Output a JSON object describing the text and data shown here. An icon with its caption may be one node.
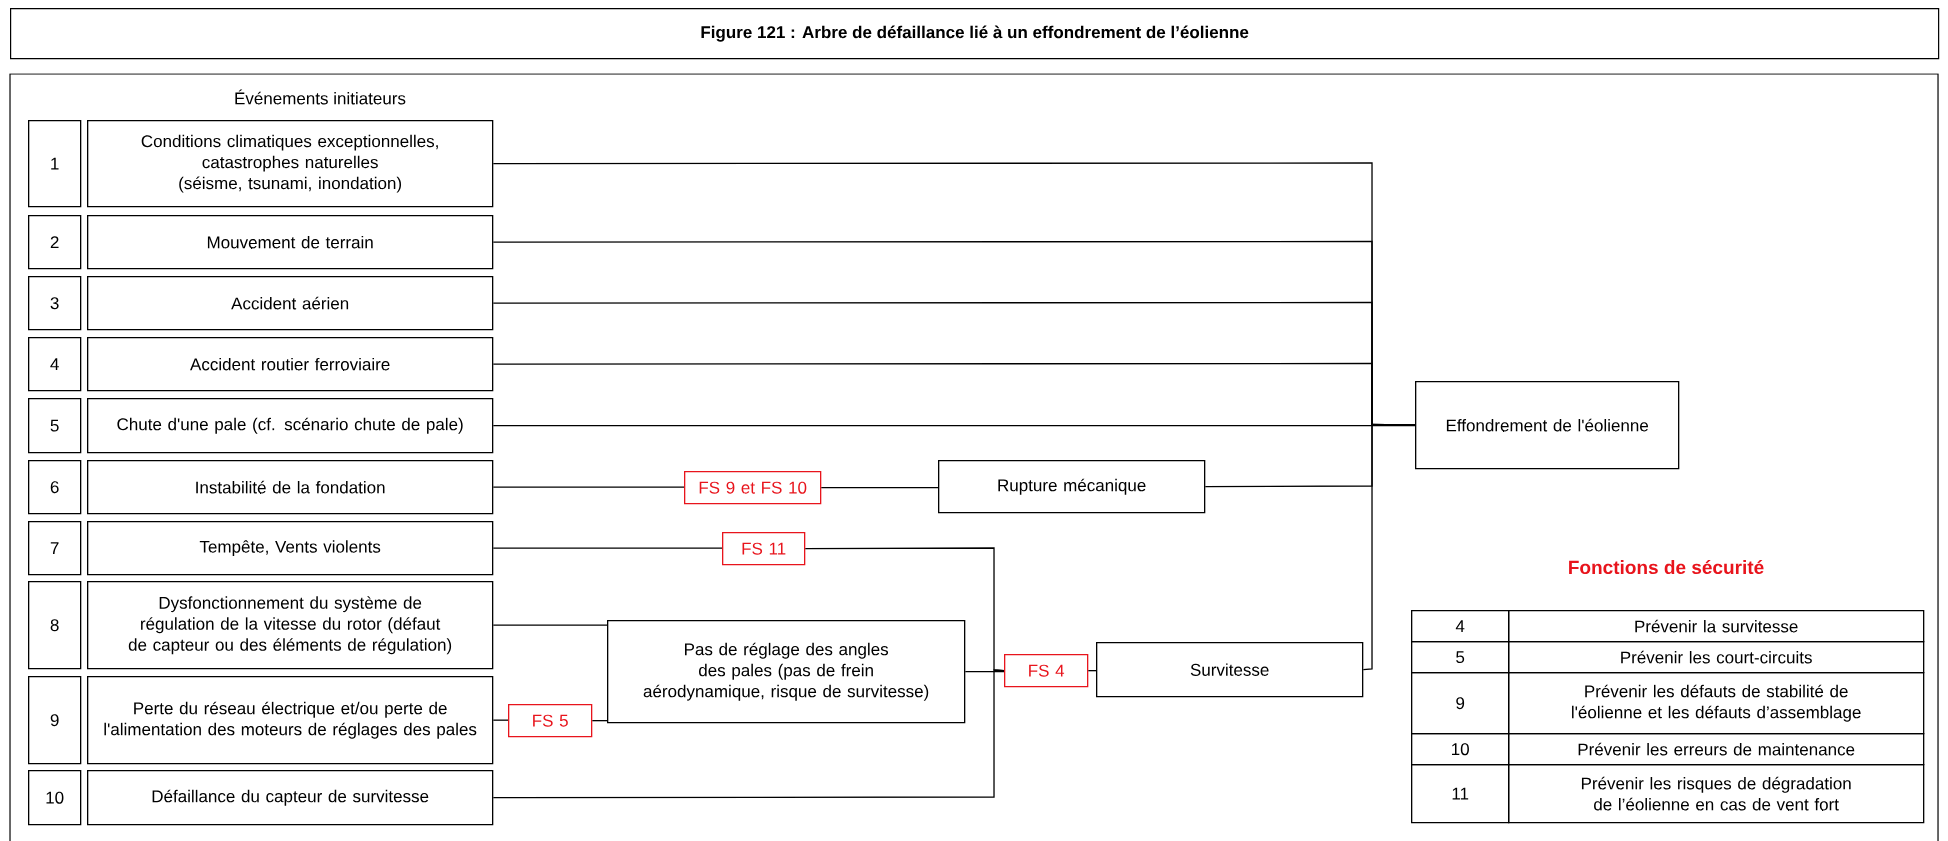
{
  "diagram": {
    "title": "Figure 121 : Arbre de défaillance lié à un effondrement de l’éolienne",
    "nodes": [
      {
        "text": [
          "1"
        ]
      },
      {
        "text": [
          "Conditions climatiques exceptionnelles, catastrophes naturelles (séisme, tsunami, inondation)"
        ]
      },
      {
        "text": [
          "2"
        ]
      },
      {
        "text": [
          "Mouvement de terrain"
        ]
      },
      {
        "text": [
          "3"
        ]
      },
      {
        "text": [
          "Accident aérien"
        ]
      },
      {
        "text": [
          "4"
        ]
      },
      {
        "text": [
          "Accident routier ferroviaire"
        ]
      },
      {
        "text": [
          "5"
        ]
      },
      {
        "text": [
          "Chute d'une pale (cf. scénario chute de pale)"
        ]
      },
      {
        "text": [
          "6"
        ]
      },
      {
        "text": [
          "Instabilité de la fondation"
        ]
      },
      {
        "text": [
          "7"
        ]
      },
      {
        "text": [
          "Tempête, Vents violents"
        ]
      },
      {
        "text": [
          "8"
        ]
      },
      {
        "text": [
          "Dysfonctionnement du système de régulation de la vitesse du rotor (défaut de capteur ou des éléments de régulation)"
        ]
      },
      {
        "text": [
          "9"
        ]
      },
      {
        "text": [
          "Perte du réseau électrique et/ou perte de l'alimentation des moteurs de réglages des pales"
        ]
      },
      {
        "text": [
          "10"
        ]
      },
      {
        "text": [
          "Défaillance du capteur de survitesse"
        ]
      },
      {
        "text": [
          "FS 9 et FS 10"
        ]
      },
      {
        "text": [
          "Rupture mécanique"
        ]
      },
      {
        "text": [
          "FS 11"
        ]
      },
      {
        "text": [
          "Effondrement de l'éolienne"
        ]
      },
      {
        "text": [
          "Pas de réglage des angles des pales (pas de frein aérodynamique, risque de survitesse)"
        ]
      },
      {
        "text": [
          "FS 5"
        ]
      },
      {
        "text": [
          "FS 4"
        ]
      },
      {
        "text": [
          "Survitesse"
        ]
      }
    ],
    "edges": [
      {
        "from": 1,
        "to": 23,
        "arrow": "none"
      },
      {
        "from": 3,
        "to": 23,
        "arrow": "none"
      },
      {
        "from": 5,
        "to": 23,
        "arrow": "none"
      },
      {
        "from": 7,
        "to": 23,
        "arrow": "none"
      },
      {
        "from": 9,
        "to": 23,
        "arrow": "none"
      },
      {
        "from": 11,
        "to": 20,
        "arrow": "none"
      },
      {
        "from": 20,
        "to": 21,
        "arrow": "none"
      },
      {
        "from": 21,
        "to": 23,
        "arrow": "none"
      },
      {
        "from": 13,
        "to": 22,
        "arrow": "none"
      },
      {
        "from": 22,
        "to": 26,
        "arrow": "none"
      },
      {
        "from": 15,
        "to": 24,
        "arrow": "none"
      },
      {
        "from": 17,
        "to": 25,
        "arrow": "none"
      },
      {
        "from": 25,
        "to": 24,
        "arrow": "none"
      },
      {
        "from": 24,
        "to": 26,
        "arrow": "none"
      },
      {
        "from": 19,
        "to": 26,
        "arrow": "none"
      },
      {
        "from": 26,
        "to": 27,
        "arrow": "none"
      },
      {
        "from": 27,
        "to": 23,
        "arrow": "none"
      }
    ],
    "labels": [
      "Événements initiateurs",
      "Fonctions de sécurité",
      "4",
      "Prévenir la survitesse",
      "5",
      "Prévenir les court-circuits",
      "9",
      "Prévenir les défauts de stabilité de l'éolienne et les défauts d’assemblage",
      "10",
      "Prévenir les erreurs de maintenance",
      "11",
      "Prévenir les risques de dégradation de l’éolienne en cas de vent fort"
    ]
  }
}
